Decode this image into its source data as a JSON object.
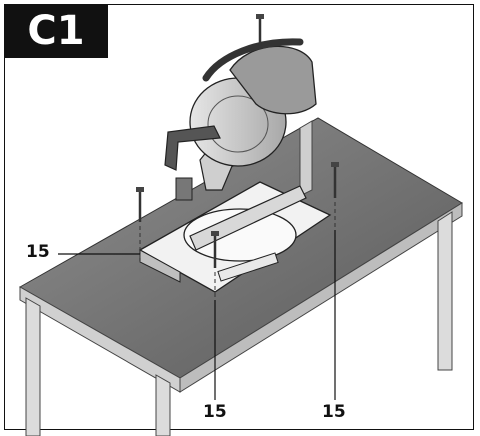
{
  "figure": {
    "label": "C1",
    "callouts": [
      "15",
      "15",
      "15"
    ]
  }
}
